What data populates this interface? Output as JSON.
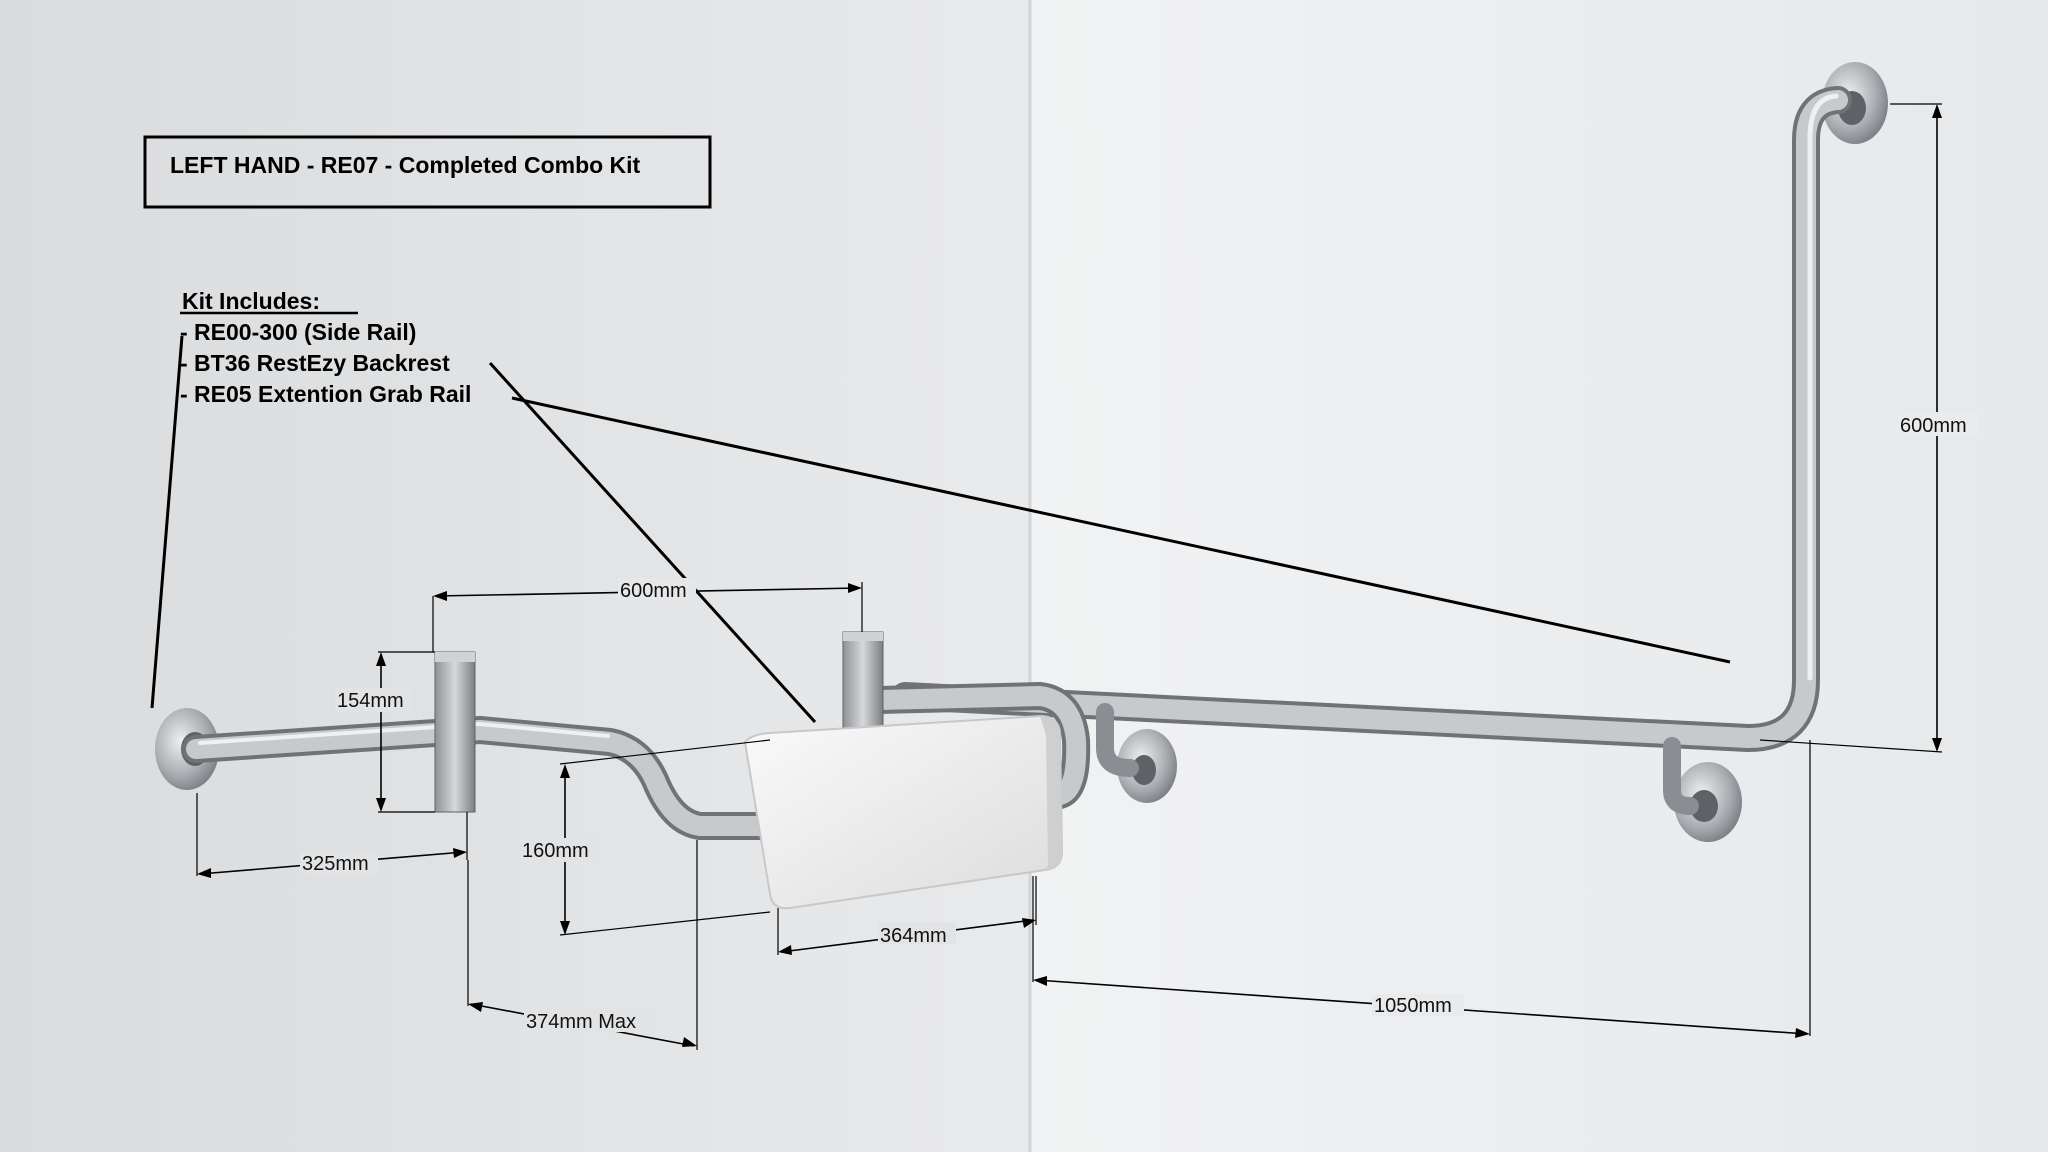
{
  "title": "LEFT HAND - RE07 - Completed Combo Kit",
  "kit": {
    "heading": "Kit Includes:",
    "items": [
      "- RE00-300 (Side Rail)",
      "- BT36 RestEzy Backrest",
      "- RE05 Extention Grab Rail"
    ]
  },
  "dimensions": {
    "top_width": "600mm",
    "bracket_height": "154mm",
    "wall_offset": "325mm",
    "backrest_height": "160mm",
    "backrest_width": "364mm",
    "projection": "374mm Max",
    "rail_length": "1050mm",
    "vertical_rail": "600mm"
  },
  "colors": {
    "wall_left": "#e4e6e8",
    "wall_right": "#eeeff0",
    "steel": "#b9bcbf",
    "backrest": "#f2f2f2",
    "ink": "#000000"
  }
}
